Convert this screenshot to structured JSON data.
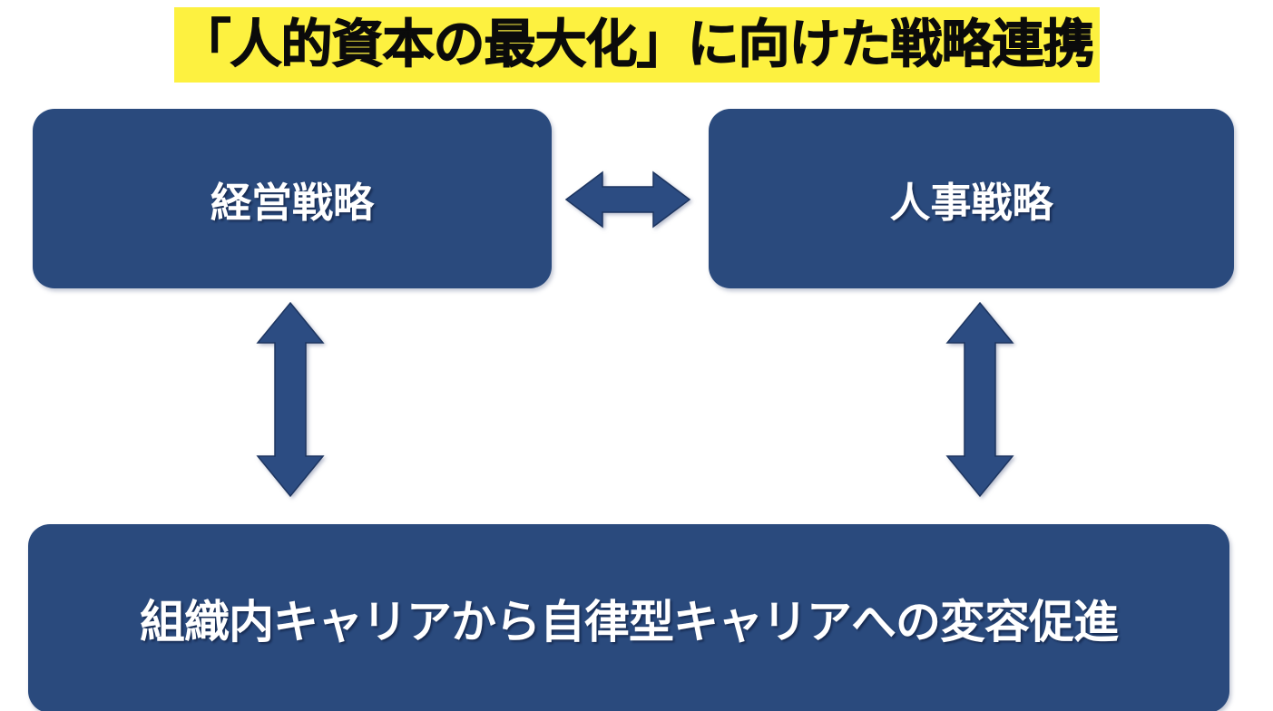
{
  "slide": {
    "title": "「人的資本の最大化」に向けた戦略連携",
    "title_highlight_color": "#FDF140",
    "title_text_color": "#0B0B0B",
    "background_color": "#FFFFFF"
  },
  "theme": {
    "box_fill": "#2A4A7D",
    "box_text": "#FFFFFF",
    "arrow_fill": "#2C4C82",
    "arrow_stroke": "#1D3560"
  },
  "boxes": [
    {
      "id": "management-strategy",
      "label": "経営戦略"
    },
    {
      "id": "hr-strategy",
      "label": "人事戦略"
    },
    {
      "id": "career-transformation",
      "label": "組織内キャリアから自律型キャリアへの変容促進"
    }
  ],
  "connectors": [
    {
      "id": "management-hr-link",
      "direction": "horizontal",
      "heads": "double"
    },
    {
      "id": "management-career-link",
      "direction": "vertical",
      "heads": "double"
    },
    {
      "id": "hr-career-link",
      "direction": "vertical",
      "heads": "double"
    }
  ]
}
